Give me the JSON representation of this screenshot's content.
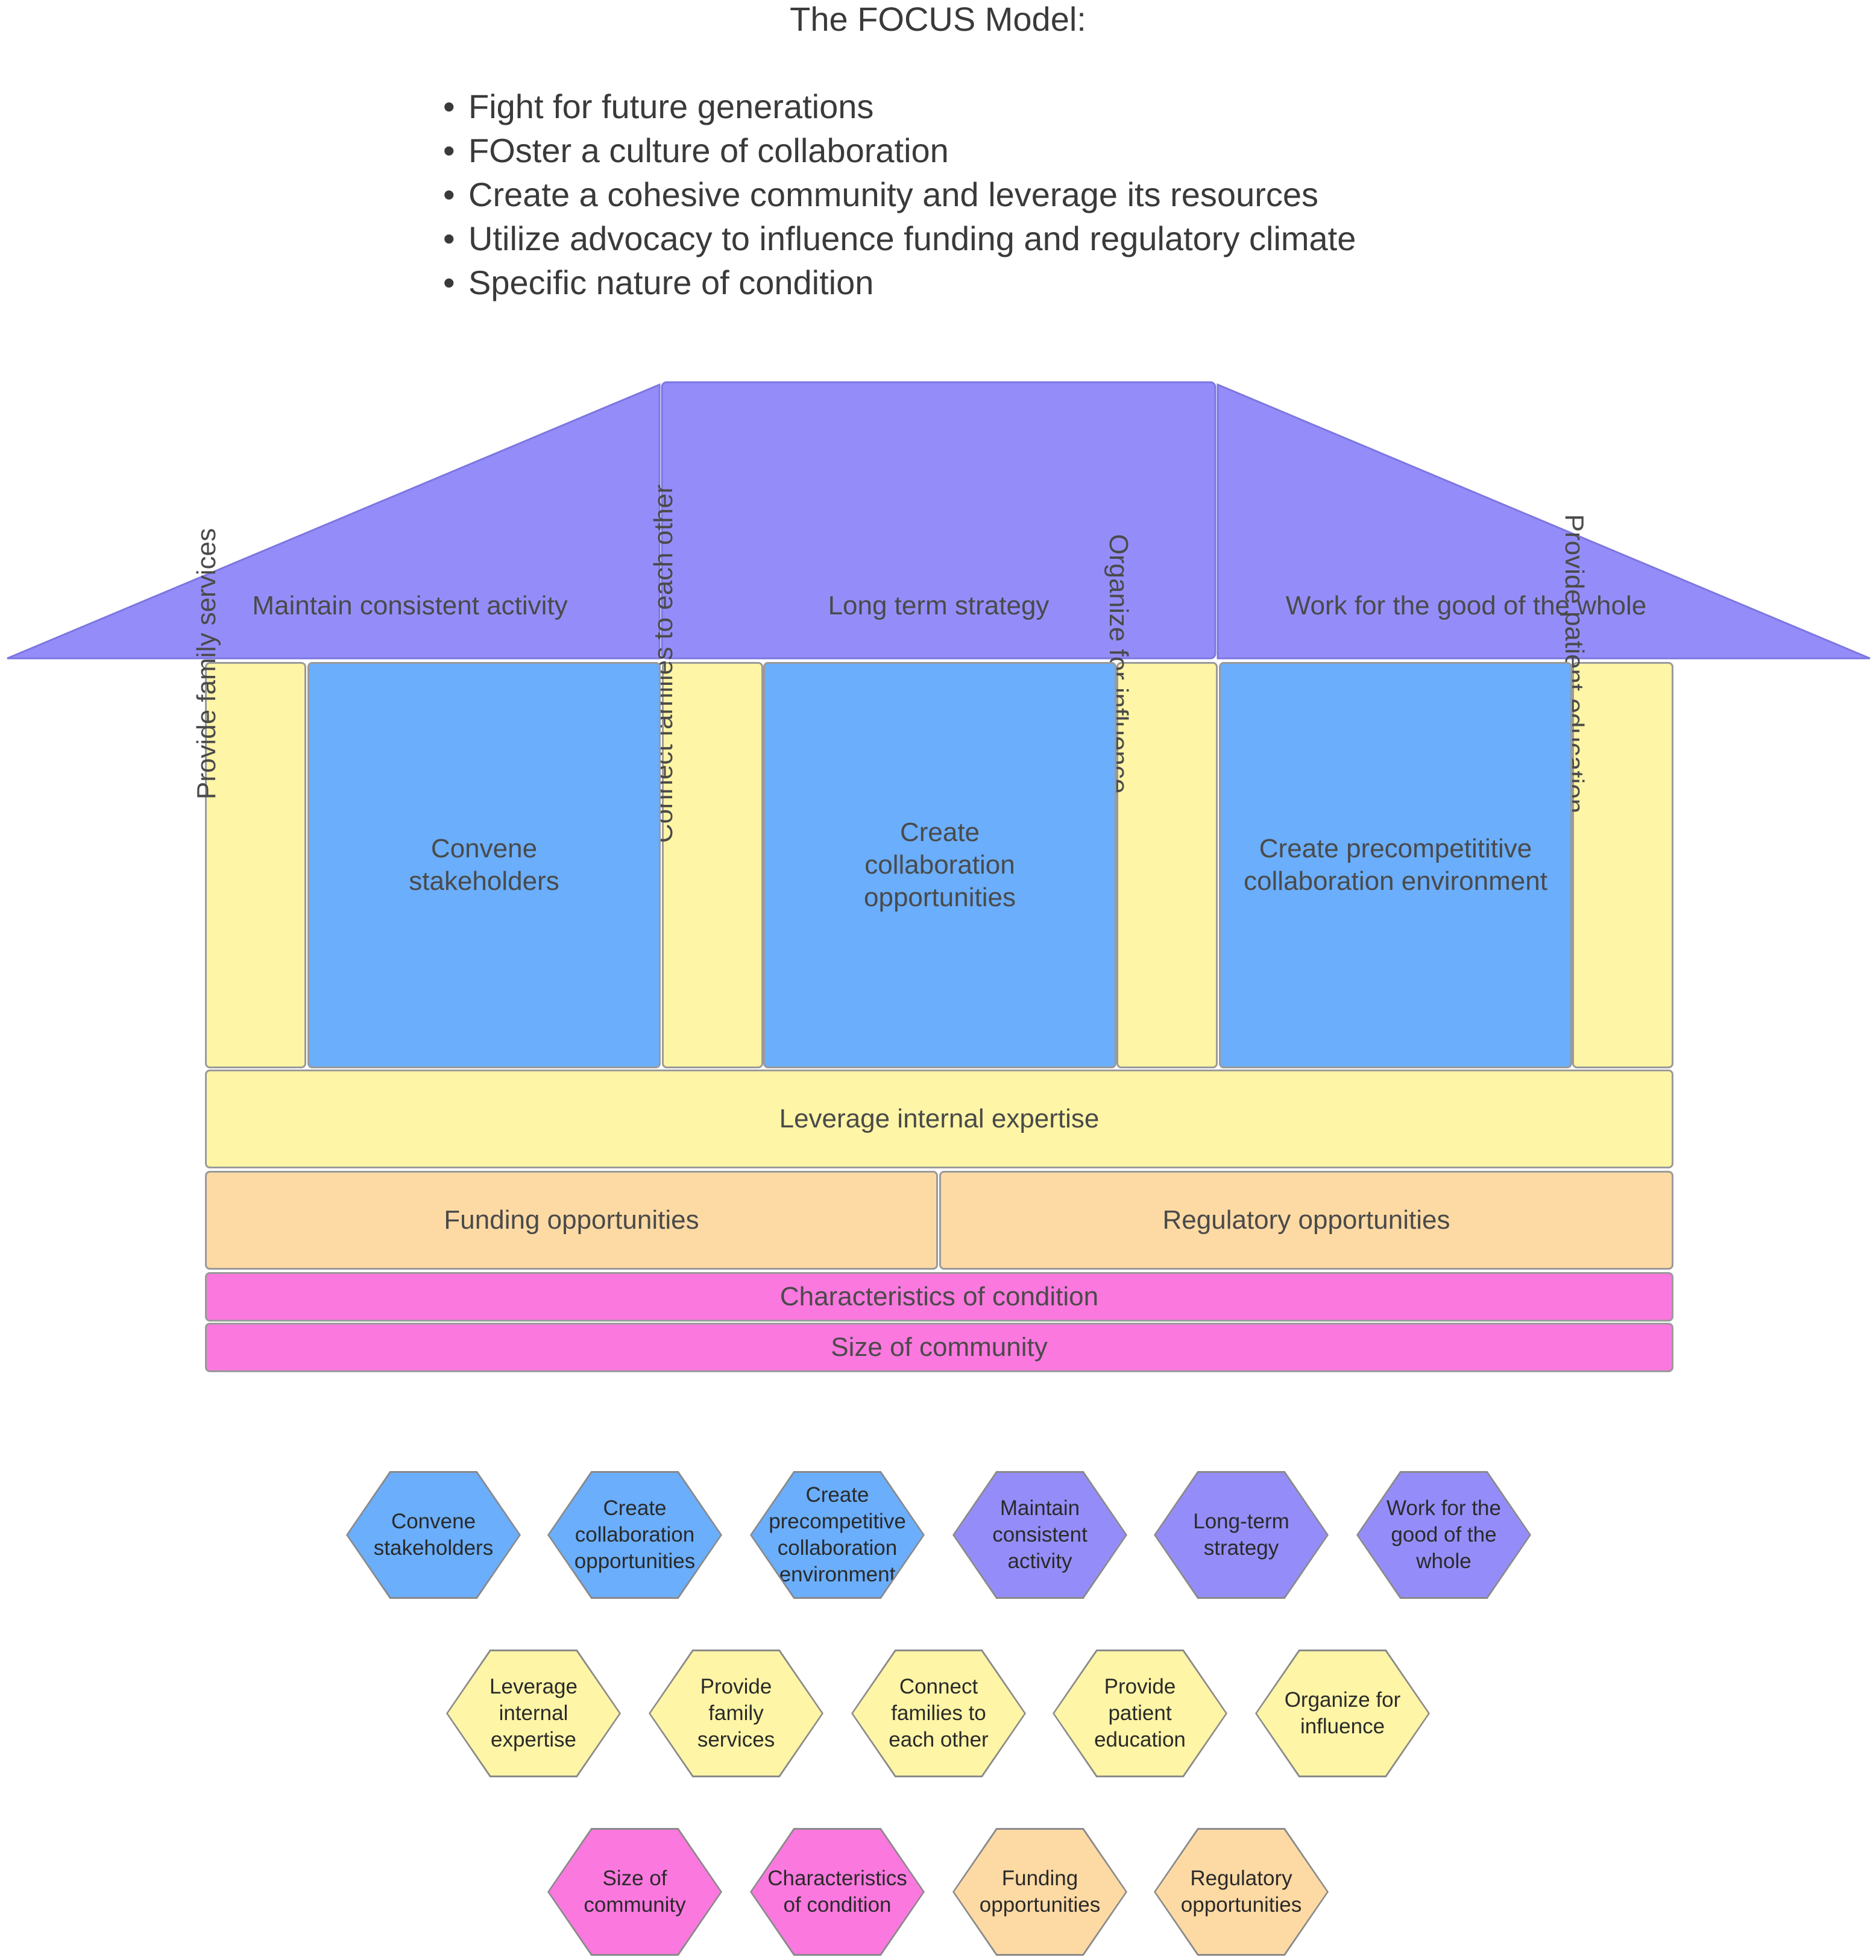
{
  "title": "The FOCUS Model:",
  "bullets": [
    "Fight for future generations",
    "FOster a culture of collaboration",
    "Create a cohesive community and leverage its resources",
    "Utilize advocacy to influence funding and regulatory climate",
    "Specific nature of condition"
  ],
  "house": {
    "roof": [
      "Maintain consistent activity",
      "Long term strategy",
      "Work for the good of the whole"
    ],
    "pillars": {
      "yellow": [
        "Provide family services",
        "Connect families to each other",
        "Organize for influence",
        "Provide patient education"
      ],
      "blue": [
        "Convene stakeholders",
        "Create collaboration opportunities",
        "Create precompetititive collaboration environment"
      ]
    },
    "beam": "Leverage internal expertise",
    "opportunities": [
      "Funding opportunities",
      "Regulatory opportunities"
    ],
    "foundation": [
      "Characteristics of condition",
      "Size of community"
    ]
  },
  "legend": {
    "row1": [
      "Convene stakeholders",
      "Create collaboration opportunities",
      "Create precompetitive collaboration environment",
      "Maintain consistent activity",
      "Long-term strategy",
      "Work for the good of the whole"
    ],
    "row2": [
      "Leverage internal expertise",
      "Provide family services",
      "Connect families to each other",
      "Provide patient education",
      "Organize for influence"
    ],
    "row3": [
      "Size of community",
      "Characteristics of condition",
      "Funding opportunities",
      "Regulatory opportunities"
    ]
  },
  "colors": {
    "roof": "#948df9",
    "pillar_blue": "#6aaefc",
    "pillar_yellow": "#fef5a6",
    "opportunity_peach": "#fddaa4",
    "foundation_pink": "#fb78df",
    "outline": "#9a9a9a"
  }
}
